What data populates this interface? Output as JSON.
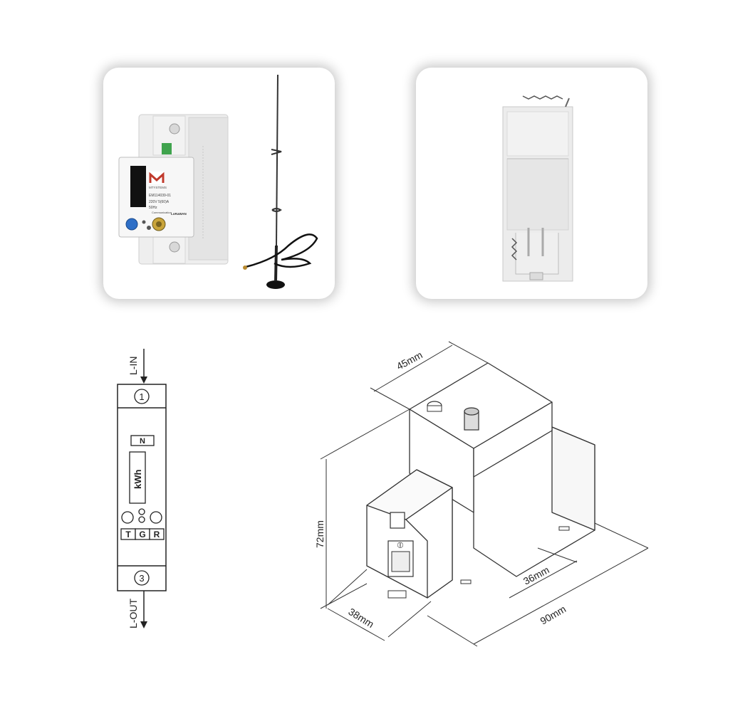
{
  "front_photo": {
    "brand_lines": [
      "MTYSTEMS"
    ],
    "model": "EM114039-01",
    "rating": "220V  5(60)A",
    "frequency": "50Hz",
    "comm_label": "Communication",
    "lorawan_label": "LoRaWAN"
  },
  "wiring_diagram": {
    "top_label": "L-IN",
    "bottom_label": "L-OUT",
    "terminal_top": "1",
    "terminal_bottom": "3",
    "neutral": "N",
    "display_unit": "kWh",
    "buttons": [
      "T",
      "G",
      "R"
    ]
  },
  "dimensions": {
    "width": "45mm",
    "height": "72mm",
    "depth": "38mm",
    "length": "90mm",
    "rail": "36mm"
  }
}
